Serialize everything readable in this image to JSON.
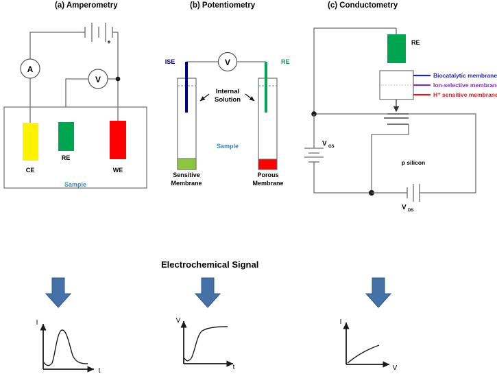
{
  "figure": {
    "panels": [
      {
        "id": "amperometry",
        "title": "(a) Amperometry",
        "meter_ammeter": "A",
        "meter_voltmeter": "V",
        "battery_plus": "+",
        "electrodes": [
          {
            "label": "CE",
            "color": "#FFF200",
            "name": "counter-electrode"
          },
          {
            "label": "RE",
            "color": "#00A550",
            "name": "reference-electrode"
          },
          {
            "label": "WE",
            "color": "#FF0000",
            "name": "working-electrode"
          }
        ],
        "cell_label": "Sample"
      },
      {
        "id": "potentiometry",
        "title": "(b) Potentiometry",
        "meter_voltmeter": "V",
        "left_electrode_label": "ISE",
        "left_electrode_color": "#00008B",
        "right_electrode_label": "RE",
        "right_electrode_color": "#00A550",
        "internal_solution": "Internal\nSolution",
        "internal_solution_line1": "Internal",
        "internal_solution_line2": "Solution",
        "sample_label": "Sample",
        "left_membrane_line1": "Sensitive",
        "left_membrane_line2": "Membrane",
        "left_membrane_color": "#8CC63F",
        "right_membrane_line1": "Porous",
        "right_membrane_line2": "Membrane",
        "right_membrane_color": "#FF0000"
      },
      {
        "id": "conductometry",
        "title": "(c) Conductometry",
        "reference_electrode_label": "RE",
        "reference_electrode_color": "#00A550",
        "membrane_legend": [
          {
            "label": "Biocatalytic membrane",
            "color": "#2222BB"
          },
          {
            "label": "Ion-selective membrane",
            "color": "#7B2FBE"
          },
          {
            "label": "H⁺ sensitive membrane",
            "color": "#E8141E"
          }
        ],
        "gate_source_label": "V",
        "gate_source_sub": "GS",
        "drain_source_label": "V",
        "drain_source_sub": "DS",
        "substrate_label": "p silicon"
      }
    ],
    "signal_section": {
      "title": "Electrochemical Signal",
      "arrow_color": "#4472A8",
      "plots": [
        {
          "id": "amperometry-signal",
          "ylabel": "I",
          "xlabel": "t",
          "shape": "peak"
        },
        {
          "id": "potentiometry-signal",
          "ylabel": "V",
          "xlabel": "t",
          "shape": "sigmoid"
        },
        {
          "id": "conductometry-signal",
          "ylabel": "I",
          "xlabel": "V",
          "shape": "linear"
        }
      ]
    }
  },
  "chart_data": [
    {
      "type": "line",
      "id": "amperometry-signal",
      "title": "",
      "xlabel": "t",
      "ylabel": "I",
      "grid": false,
      "legend": "none",
      "xlim": [
        0,
        10
      ],
      "ylim": [
        0,
        10
      ],
      "x": [
        0.0,
        0.6,
        1.1,
        1.6,
        2.1,
        2.6,
        3.1,
        3.6,
        4.1,
        4.8,
        5.6,
        6.6,
        7.6,
        8.6
      ],
      "y": [
        1.4,
        0.6,
        0.5,
        1.2,
        4.2,
        7.2,
        7.6,
        6.2,
        4.0,
        2.2,
        1.2,
        0.8,
        0.7,
        0.7
      ]
    },
    {
      "type": "line",
      "id": "potentiometry-signal",
      "title": "",
      "xlabel": "t",
      "ylabel": "V",
      "grid": false,
      "legend": "none",
      "xlim": [
        0,
        10
      ],
      "ylim": [
        0,
        10
      ],
      "x": [
        0.0,
        0.6,
        1.2,
        1.8,
        2.3,
        2.8,
        3.4,
        4.2,
        5.2,
        6.4,
        7.6,
        8.8
      ],
      "y": [
        1.3,
        0.6,
        0.6,
        1.6,
        4.0,
        6.2,
        7.3,
        7.9,
        8.2,
        8.4,
        8.5,
        8.5
      ]
    },
    {
      "type": "line",
      "id": "conductometry-signal",
      "title": "",
      "xlabel": "V",
      "ylabel": "I",
      "grid": false,
      "legend": "none",
      "xlim": [
        0,
        10
      ],
      "ylim": [
        0,
        10
      ],
      "x": [
        0.3,
        2.0,
        4.0,
        6.0,
        7.2
      ],
      "y": [
        0.3,
        2.1,
        3.1,
        3.7,
        4.0
      ]
    }
  ]
}
